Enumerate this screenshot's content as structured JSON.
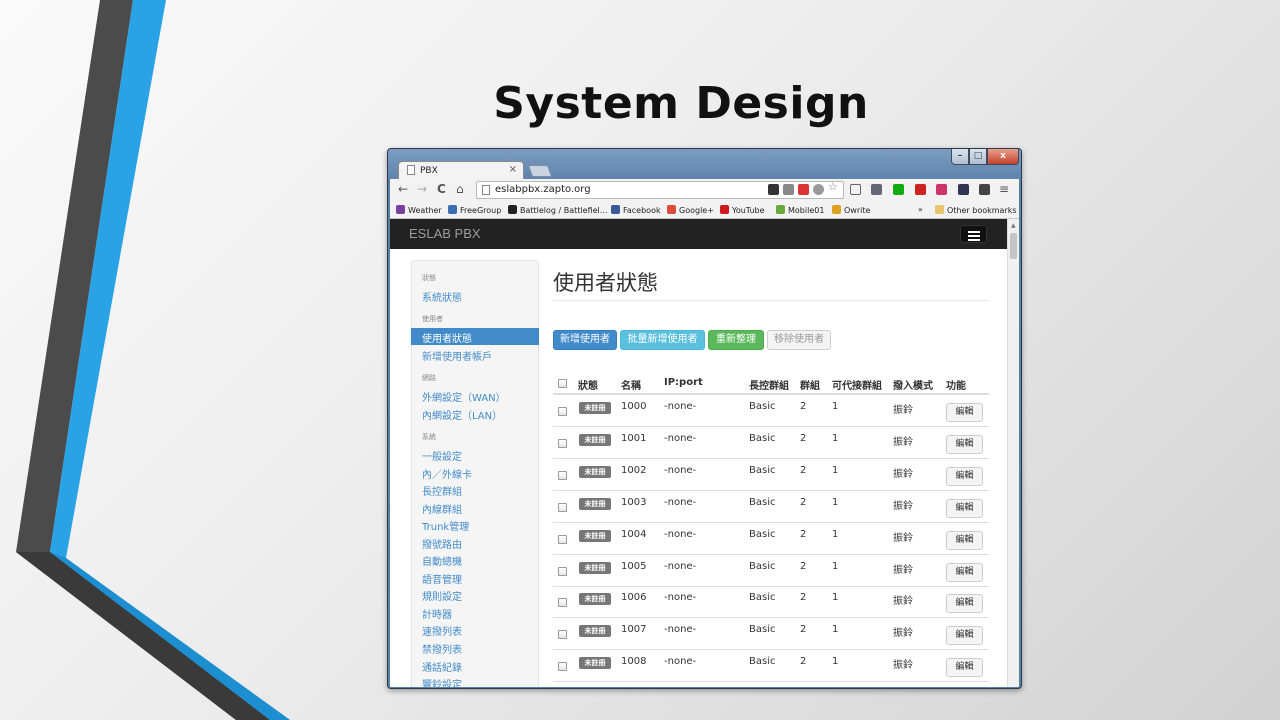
{
  "slide": {
    "title": "System Design"
  },
  "browser": {
    "tab_title": "PBX",
    "tab_close": "×",
    "url": "eslabpbx.zapto.org",
    "window_controls": {
      "min": "–",
      "max": "□",
      "close": "x"
    },
    "nav": {
      "back": "←",
      "forward": "→",
      "reload": "C",
      "home": "⌂",
      "menu": "≡"
    },
    "bookmarks": [
      {
        "label": "Weather",
        "color": "#7b3fa0"
      },
      {
        "label": "FreeGroup",
        "color": "#3a6fb5"
      },
      {
        "label": "Battlelog / Battlefiel...",
        "color": "#222222"
      },
      {
        "label": "Facebook",
        "color": "#3b5998"
      },
      {
        "label": "Google+",
        "color": "#dd4b39"
      },
      {
        "label": "YouTube",
        "color": "#cc181e"
      },
      {
        "label": "Mobile01",
        "color": "#69a83a"
      },
      {
        "label": "Owrite",
        "color": "#e0a020"
      }
    ],
    "bookmarks_more": "»",
    "other_bookmarks": "Other bookmarks"
  },
  "app": {
    "brand": "ESLAB PBX",
    "sidebar": {
      "groups": [
        {
          "heading": "狀態",
          "items": [
            {
              "label": "系統狀態",
              "active": false
            }
          ]
        },
        {
          "heading": "使用者",
          "items": [
            {
              "label": "使用者狀態",
              "active": true
            },
            {
              "label": "新增使用者帳戶",
              "active": false
            }
          ]
        },
        {
          "heading": "網路",
          "items": [
            {
              "label": "外網設定（WAN）",
              "active": false
            },
            {
              "label": "內網設定（LAN）",
              "active": false
            }
          ]
        },
        {
          "heading": "系統",
          "items": [
            {
              "label": "一般設定",
              "active": false
            },
            {
              "label": "內／外線卡",
              "active": false
            },
            {
              "label": "長控群組",
              "active": false
            },
            {
              "label": "內線群組",
              "active": false
            },
            {
              "label": "Trunk管理",
              "active": false
            },
            {
              "label": "撥號路由",
              "active": false
            },
            {
              "label": "自動總機",
              "active": false
            },
            {
              "label": "語音管理",
              "active": false
            },
            {
              "label": "規則設定",
              "active": false
            },
            {
              "label": "計時器",
              "active": false
            },
            {
              "label": "速撥列表",
              "active": false
            },
            {
              "label": "禁撥列表",
              "active": false
            },
            {
              "label": "通話紀錄",
              "active": false
            },
            {
              "label": "響鈴設定",
              "active": false
            }
          ]
        }
      ]
    },
    "page_title": "使用者狀態",
    "buttons": {
      "add_user": "新增使用者",
      "batch_add": "批量新增使用者",
      "reorganize": "重新整理",
      "remove_user": "移除使用者"
    },
    "table": {
      "headers": [
        "狀態",
        "名稱",
        "IP:port",
        "長控群組",
        "群組",
        "可代接群組",
        "撥入模式",
        "功能"
      ],
      "rows": [
        {
          "status": "未註冊",
          "name": "1000",
          "ip": "-none-",
          "group_ctrl": "Basic",
          "group": "2",
          "pickup": "1",
          "mode": "振鈴",
          "action": "編輯"
        },
        {
          "status": "未註冊",
          "name": "1001",
          "ip": "-none-",
          "group_ctrl": "Basic",
          "group": "2",
          "pickup": "1",
          "mode": "振鈴",
          "action": "編輯"
        },
        {
          "status": "未註冊",
          "name": "1002",
          "ip": "-none-",
          "group_ctrl": "Basic",
          "group": "2",
          "pickup": "1",
          "mode": "振鈴",
          "action": "編輯"
        },
        {
          "status": "未註冊",
          "name": "1003",
          "ip": "-none-",
          "group_ctrl": "Basic",
          "group": "2",
          "pickup": "1",
          "mode": "振鈴",
          "action": "編輯"
        },
        {
          "status": "未註冊",
          "name": "1004",
          "ip": "-none-",
          "group_ctrl": "Basic",
          "group": "2",
          "pickup": "1",
          "mode": "振鈴",
          "action": "編輯"
        },
        {
          "status": "未註冊",
          "name": "1005",
          "ip": "-none-",
          "group_ctrl": "Basic",
          "group": "2",
          "pickup": "1",
          "mode": "振鈴",
          "action": "編輯"
        },
        {
          "status": "未註冊",
          "name": "1006",
          "ip": "-none-",
          "group_ctrl": "Basic",
          "group": "2",
          "pickup": "1",
          "mode": "振鈴",
          "action": "編輯"
        },
        {
          "status": "未註冊",
          "name": "1007",
          "ip": "-none-",
          "group_ctrl": "Basic",
          "group": "2",
          "pickup": "1",
          "mode": "振鈴",
          "action": "編輯"
        },
        {
          "status": "未註冊",
          "name": "1008",
          "ip": "-none-",
          "group_ctrl": "Basic",
          "group": "2",
          "pickup": "1",
          "mode": "振鈴",
          "action": "編輯"
        }
      ]
    }
  }
}
